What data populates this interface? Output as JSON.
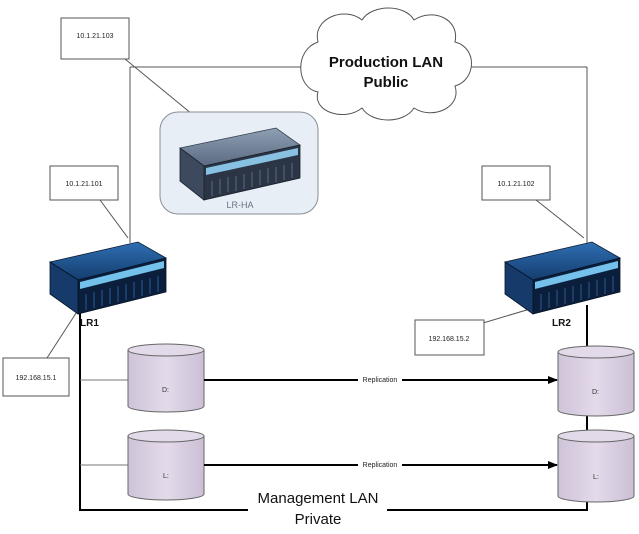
{
  "cloud": {
    "line1": "Production LAN",
    "line2": "Public"
  },
  "management_lan": {
    "line1": "Management LAN",
    "line2": "Private"
  },
  "servers": {
    "lr_ha": {
      "label": "LR-HA"
    },
    "lr1": {
      "label": "LR1"
    },
    "lr2": {
      "label": "LR2"
    }
  },
  "ip_callouts": {
    "lr_ha_public": "10.1.21.103",
    "lr1_public": "10.1.21.101",
    "lr2_public": "10.1.21.102",
    "lr1_private": "192.168.15.1",
    "lr2_private": "192.168.15.2"
  },
  "drives": {
    "lr1_d": "D:",
    "lr1_l": "L:",
    "lr2_d": "D:",
    "lr2_l": "L:"
  },
  "replication": {
    "d_label": "Replication",
    "l_label": "Replication"
  },
  "colors": {
    "drive_fill": "#d9cfe0",
    "server_body": "#1d4f86",
    "server_front": "#0b1f3d",
    "server_light": "#7fd4ff",
    "ha_panel": "#e8eef5"
  }
}
